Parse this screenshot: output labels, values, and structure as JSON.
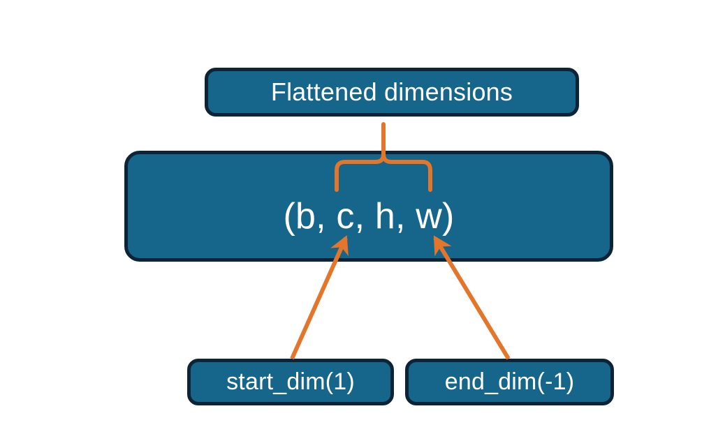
{
  "diagram": {
    "title_node": {
      "label": "Flattened dimensions",
      "name": "flattened-dimensions-box"
    },
    "shape_node": {
      "label": "(b, c, h, w)",
      "name": "tensor-shape-box"
    },
    "start_node": {
      "label": "start_dim(1)",
      "name": "start-dim-box"
    },
    "end_node": {
      "label": "end_dim(-1)",
      "name": "end-dim-box"
    },
    "connectors": {
      "brace": "upward-curly-brace",
      "start_arrow": "arrow-start-dim-to-shape",
      "end_arrow": "arrow-end-dim-to-shape"
    },
    "colors": {
      "box_fill": "#16658a",
      "box_border": "#0d2436",
      "accent_orange": "#e3762b",
      "text": "#ffffff",
      "background": "#ffffff"
    }
  }
}
